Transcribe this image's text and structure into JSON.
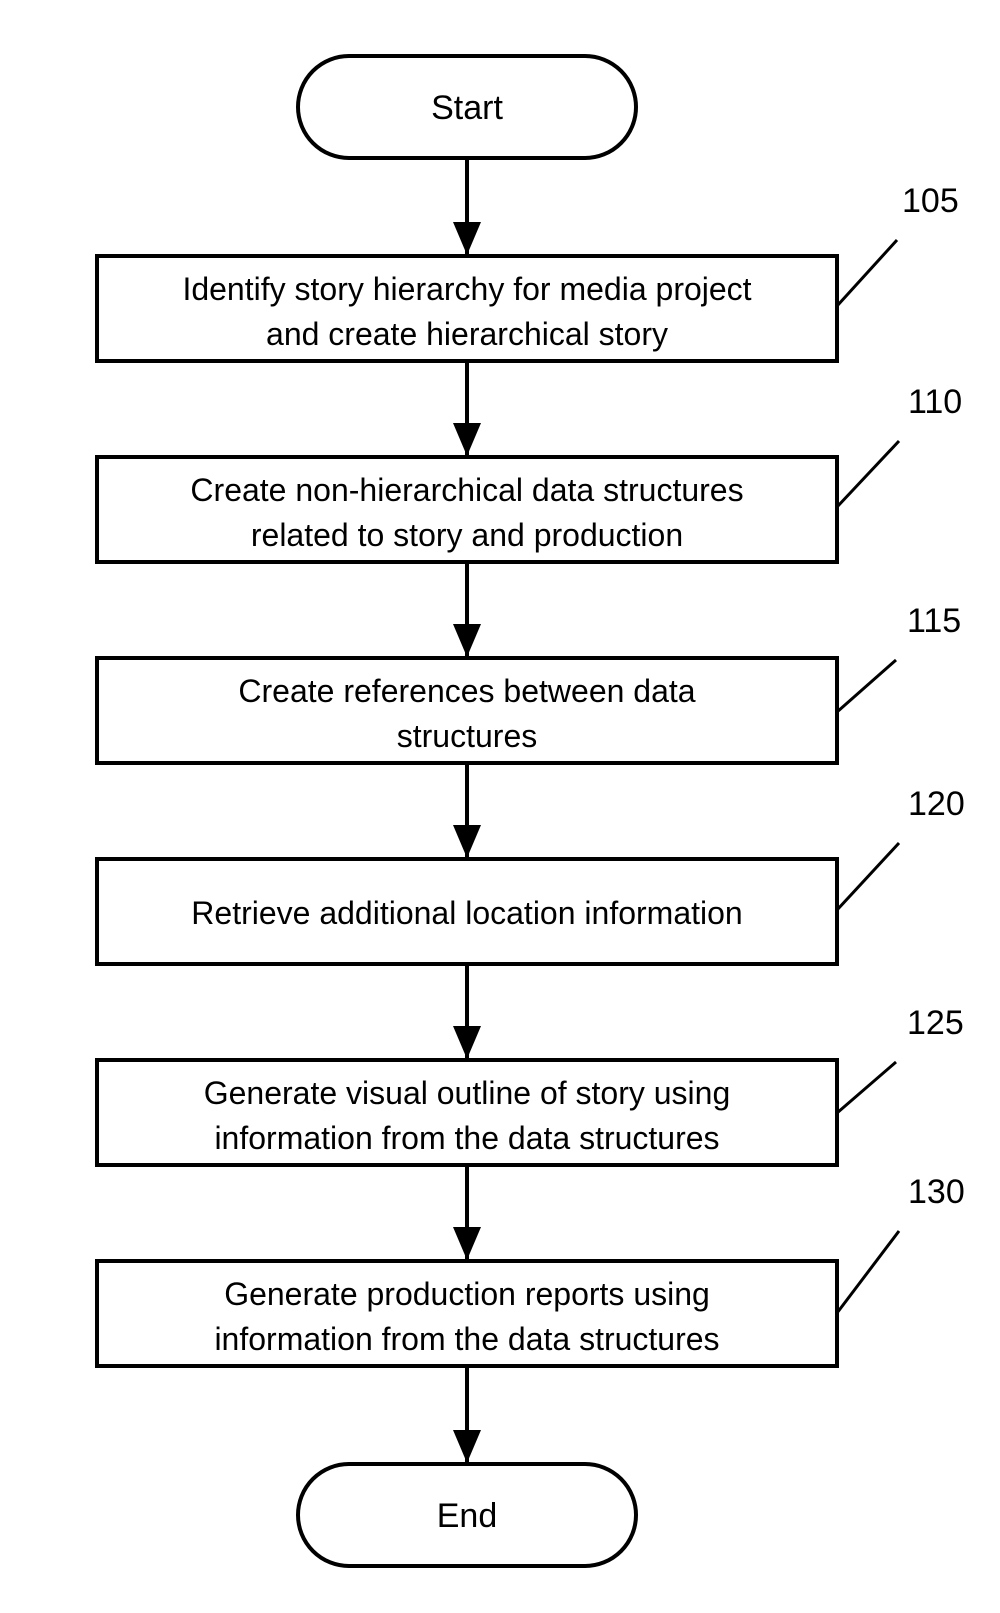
{
  "flowchart": {
    "start": {
      "label": "Start"
    },
    "end": {
      "label": "End"
    },
    "steps": [
      {
        "ref": "105",
        "lines": [
          "Identify story hierarchy for media project",
          "and create hierarchical story"
        ]
      },
      {
        "ref": "110",
        "lines": [
          "Create non-hierarchical data structures",
          "related to story and production"
        ]
      },
      {
        "ref": "115",
        "lines": [
          "Create references between data",
          "structures"
        ]
      },
      {
        "ref": "120",
        "lines": [
          "Retrieve additional location information"
        ]
      },
      {
        "ref": "125",
        "lines": [
          "Generate visual outline of story using",
          "information from the data structures"
        ]
      },
      {
        "ref": "130",
        "lines": [
          "Generate production reports using",
          "information from the data structures"
        ]
      }
    ],
    "colors": {
      "stroke": "#000000",
      "fill": "#ffffff",
      "text": "#000000"
    }
  }
}
